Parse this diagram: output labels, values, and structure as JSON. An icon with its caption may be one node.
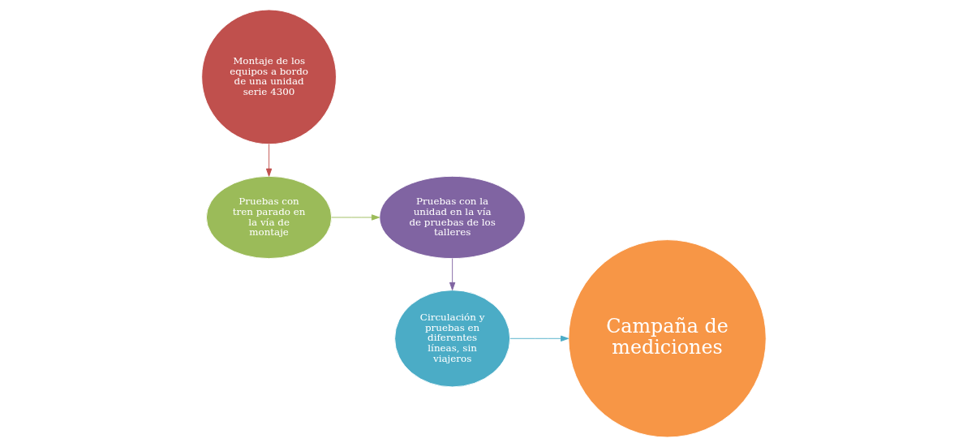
{
  "diagram": {
    "nodes": [
      {
        "text": [
          "Montaje de los equipos a bordo de una unidad serie 4300"
        ]
      },
      {
        "text": [
          "Pruebas con tren parado en la vía de montaje"
        ]
      },
      {
        "text": [
          "Pruebas con la unidad en la vía de pruebas de los talleres"
        ]
      },
      {
        "text": [
          "Circulación y pruebas en diferentes líneas, sin viajeros"
        ]
      },
      {
        "text": [
          "Campaña de mediciones"
        ]
      }
    ],
    "edges": [
      {
        "from": 0,
        "to": 1,
        "arrow": "to",
        "color": "#c0504d"
      },
      {
        "from": 1,
        "to": 2,
        "arrow": "to",
        "color": "#9bbb59"
      },
      {
        "from": 2,
        "to": 3,
        "arrow": "to",
        "color": "#8064a2"
      },
      {
        "from": 3,
        "to": 4,
        "arrow": "to",
        "color": "#4bacc6"
      }
    ]
  }
}
